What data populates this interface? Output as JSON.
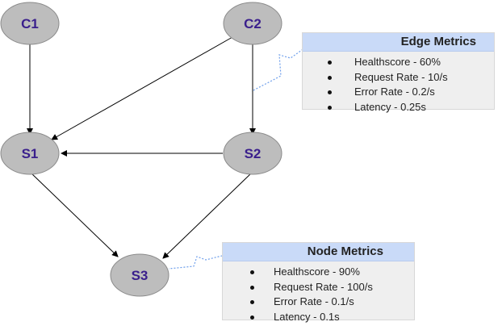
{
  "nodes": [
    {
      "id": "C1",
      "label": "C1"
    },
    {
      "id": "C2",
      "label": "C2"
    },
    {
      "id": "S1",
      "label": "S1"
    },
    {
      "id": "S2",
      "label": "S2"
    },
    {
      "id": "S3",
      "label": "S3"
    }
  ],
  "edges": [
    {
      "from": "C1",
      "to": "S1"
    },
    {
      "from": "C2",
      "to": "S1"
    },
    {
      "from": "C2",
      "to": "S2"
    },
    {
      "from": "S2",
      "to": "S1"
    },
    {
      "from": "S1",
      "to": "S3"
    },
    {
      "from": "S2",
      "to": "S3"
    }
  ],
  "edge_metrics": {
    "title": "Edge Metrics",
    "items": [
      "Healthscore - 60%",
      "Request Rate - 10/s",
      "Error Rate  - 0.2/s",
      "Latency - 0.25s"
    ]
  },
  "node_metrics": {
    "title": "Node Metrics",
    "items": [
      "Healthscore - 90%",
      "Request Rate - 100/s",
      "Error Rate  - 0.1/s",
      "Latency - 0.1s"
    ]
  },
  "colors": {
    "node_fill": "#bdbdbd",
    "node_stroke": "#8a8a8a",
    "node_text": "#3a1f8c",
    "edge": "#000000",
    "callout_header": "#c9daf8",
    "callout_body": "#efefef",
    "pointer": "#6d9eeb"
  }
}
